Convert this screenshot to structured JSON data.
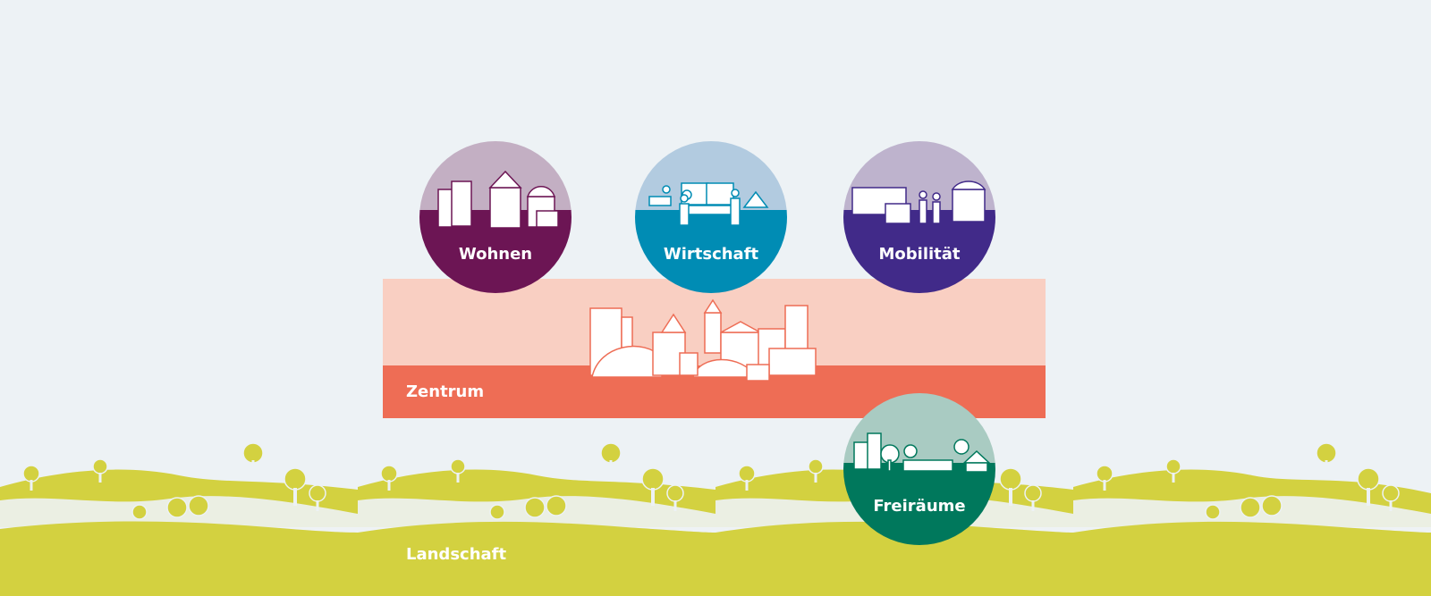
{
  "colors": {
    "background": "#edf2f5",
    "landscape": "#d3d140",
    "zentrum_light": "#f9cfc2",
    "zentrum_dark": "#ee6d55",
    "wohnen_top": "#c3afc3",
    "wohnen_bottom": "#6c1554",
    "wirtschaft_top": "#b2cbe0",
    "wirtschaft_bottom": "#008cb4",
    "mobilitaet_top": "#beb3cd",
    "mobilitaet_bottom": "#412a89",
    "freiraeume_top": "#a9cbc2",
    "freiraeume_bottom": "#00785c"
  },
  "zones": {
    "zentrum": "Zentrum",
    "landschaft": "Landschaft"
  },
  "circles": {
    "wohnen": {
      "label": "Wohnen",
      "icon": "residential-buildings-icon"
    },
    "wirtschaft": {
      "label": "Wirtschaft",
      "icon": "business-workers-icon"
    },
    "mobilitaet": {
      "label": "Mobilität",
      "icon": "transport-vehicles-icon"
    },
    "freiraeume": {
      "label": "Freiräume",
      "icon": "parks-open-space-icon"
    }
  },
  "icons": {
    "town": "town-skyline-icon",
    "trees": "tree-icon"
  }
}
